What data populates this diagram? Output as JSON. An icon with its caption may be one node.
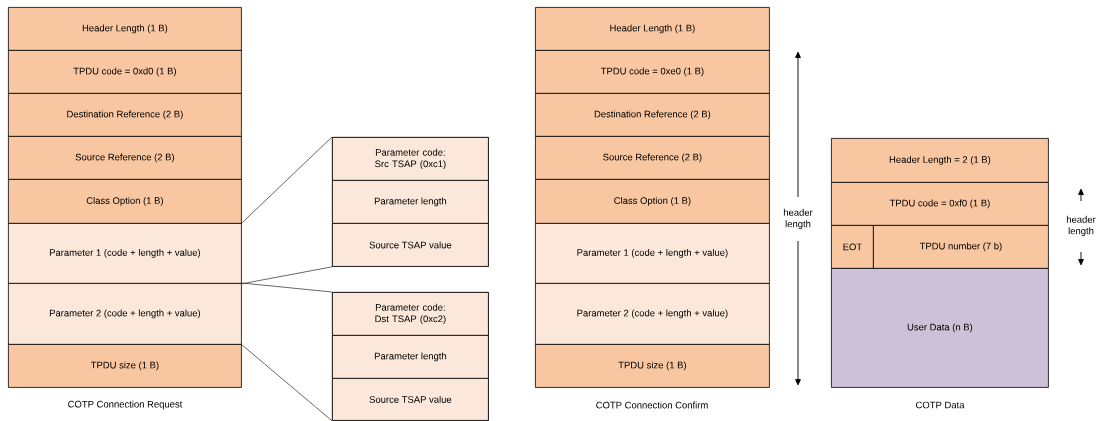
{
  "diagram": {
    "nodes": [
      {
        "text": [
          "Header Length (1 B)"
        ]
      },
      {
        "text": [
          "TPDU code = 0xd0 (1 B)"
        ]
      },
      {
        "text": [
          "Destination Reference (2 B)"
        ]
      },
      {
        "text": [
          "Source Reference (2 B)"
        ]
      },
      {
        "text": [
          "Class Option (1 B)"
        ]
      },
      {
        "text": [
          "Parameter 1 (code + length + value)"
        ]
      },
      {
        "text": [
          "Parameter 2 (code + length + value)"
        ]
      },
      {
        "text": [
          "TPDU size (1 B)"
        ]
      },
      {
        "text": [],
        "shape": "box"
      },
      {
        "text": [
          "Parameter code: Src TSAP (0xc1)"
        ],
        "in": 8
      },
      {
        "text": [
          "Parameter length"
        ],
        "in": 8
      },
      {
        "text": [
          "Source TSAP value"
        ],
        "in": 8
      },
      {
        "text": [],
        "shape": "box"
      },
      {
        "text": [
          "Parameter code: Dst TSAP (0xc2)"
        ],
        "in": 12
      },
      {
        "text": [
          "Parameter length"
        ],
        "in": 12
      },
      {
        "text": [
          "Source TSAP value"
        ],
        "in": 12
      },
      {
        "text": [
          "Header Length (1 B)"
        ]
      },
      {
        "text": [
          "TPDU code = 0xe0 (1 B)"
        ]
      },
      {
        "text": [
          "Destination Reference (2 B)"
        ]
      },
      {
        "text": [
          "Source Reference (2 B)"
        ]
      },
      {
        "text": [
          "Class Option (1 B)"
        ]
      },
      {
        "text": [
          "Parameter 1 (code + length + value)"
        ]
      },
      {
        "text": [
          "Parameter 2 (code + length + value)"
        ]
      },
      {
        "text": [
          "TPDU size (1 B)"
        ]
      },
      {
        "text": [
          "Header Length = 2 (1 B)"
        ]
      },
      {
        "text": [
          "TPDU code = 0xf0 (1 B)"
        ]
      },
      {
        "text": [
          "EOT"
        ]
      },
      {
        "text": [
          "TPDU number (7 b)"
        ]
      },
      {
        "text": [
          "User Data (n B)"
        ]
      }
    ],
    "edges": [
      {
        "from": 5,
        "to": 8,
        "arrow": "none"
      },
      {
        "from": 5,
        "to": 8,
        "arrow": "none"
      },
      {
        "from": 6,
        "to": 12,
        "arrow": "none"
      },
      {
        "from": 6,
        "to": 12,
        "arrow": "none"
      }
    ],
    "labels": [
      "COTP Connection Request",
      "header length",
      "COTP Connection Confirm",
      "header length",
      "COTP Data"
    ]
  }
}
